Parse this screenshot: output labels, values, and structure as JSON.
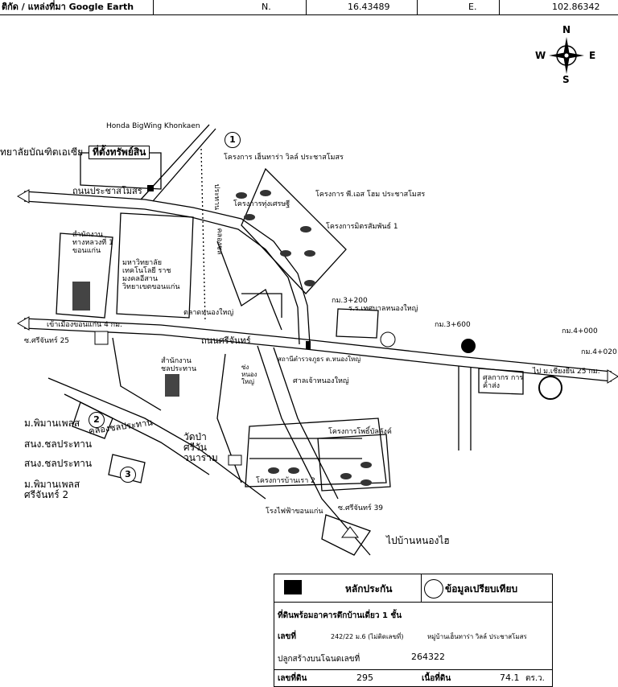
{
  "coords": {
    "label": "ติกัด / แหล่งที่มา Google Earth",
    "n_label": "N.",
    "n_value": "16.43489",
    "e_label": "E.",
    "e_value": "102.86342"
  },
  "compass": {
    "n": "N",
    "s": "S",
    "e": "E",
    "w": "W"
  },
  "markers": [
    "1",
    "2",
    "3"
  ],
  "labels": {
    "honda": "Honda BigWing Khonkaen",
    "asia": "ทยาลัยบัณฑิตเอเซีย",
    "property": "ที่ตั้งทรัพย์สิน",
    "proj_1": "โครงการ เฮ็นทาร่า วิลล์ ประชาสโมสร",
    "road_pracha": "ถนนประชาสโมสร",
    "prathan": "ประทาน",
    "proj_thung": "โครงการทุ่งเศรษฐี",
    "proj_pd": "โครงการ พี.เอส โฮม ประชาสโมสร",
    "proj_mit": "โครงการมิตรสัมพันธ์ 1",
    "highway_office": "สำนักงาน ทางหลวงที่ 1 ขอนแก่น",
    "university": "มหาวิทยาลัย เทคโนโลยี ราชมงคลอีสาน วิทยาเขตขอนแก่น",
    "khlong": "คลองชล",
    "market": "ตลาดหนองใหญ่",
    "km_3_200": "กม.3+200",
    "school": "ร.ร.เทศบาลหนองใหญ่",
    "km_3_600": "กม.3+600",
    "km_4_000": "กม.4+000",
    "km_4_020": "กม.4+020",
    "to_city": "เข้าเมืองขอนแก่น 4 กม.",
    "soi_25": "ซ.ศรีจันทร์ 25",
    "road_srichan": "ถนนศรีจันทร์",
    "to_airport": "ไป ม.เชียงยืน 25 กม.",
    "irrigation_office": "สำนักงาน ชลประทาน",
    "municipal": "สถานีตำรวจภูธร ต.หนองใหญ่",
    "nong_yai": "ซ่ง หนอง ใหญ่",
    "shrine": "ศาลเจ้าหนองใหญ่",
    "customs": "ศุลกากร การค้าส่ง",
    "pimarn_1": "ม.พิมานเพลส",
    "khlong_chon": "คลองชลประทาน",
    "sanong_1": "สนง.ชลประทาน",
    "sanong_2": "สนง.ชลประทาน",
    "pimarn_2": "ม.พิมานเพลส ศรีจันทร์ 2",
    "wat": "วัดป่า ศรีวัน วนาราม",
    "proj_pho": "โครงการโพธิ์บัลลังค์",
    "proj_ban": "โครงการบ้านเรา 2",
    "soi_39": "ซ.ศรีจันทร์ 39",
    "power": "โรงไฟฟ้าขอนแก่น",
    "to_nongkhai": "ไปบ้านหนองไฮ"
  },
  "legend": {
    "collateral": "หลักประกัน",
    "comparison": "ข้อมูลเปรียบเทียบ",
    "type": "ที่ดินพร้อมอาคารตึกบ้านเดี่ยว 1  ชั้น",
    "no_label": "เลขที่",
    "no_value": "242/22 ม.6 (ไม่ติดเลขที่)",
    "village": "หมู่บ้านเฮ็นทาร่า วิลล์ ประชาสโมสร",
    "deed_label": "ปลูกสร้างบนโฉนดเลขที่",
    "deed_value": "264322",
    "land_label": "เลขที่ดิน",
    "land_value": "295",
    "area_label": "เนื้อที่ดิน",
    "area_value": "74.1",
    "area_unit": "ตร.ว."
  }
}
